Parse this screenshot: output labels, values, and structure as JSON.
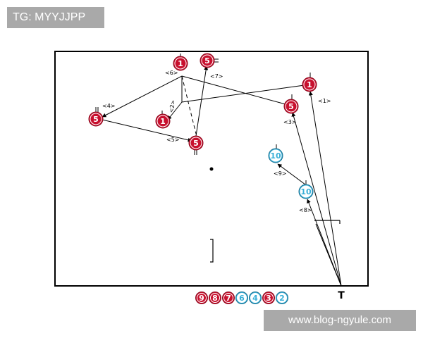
{
  "watermark": {
    "tag": "TG: MYYJJPP",
    "site": "www.blog-ngyule.com"
  },
  "diagram": {
    "tee_label": "T",
    "colors": {
      "red": "#c8102e",
      "blue": "#3ab0d8",
      "outline": "#ffffff",
      "line": "#000000"
    },
    "players": [
      {
        "id": "p1a",
        "number": "1",
        "team": "red"
      },
      {
        "id": "p5a",
        "number": "5",
        "team": "red"
      },
      {
        "id": "p1b",
        "number": "1",
        "team": "red"
      },
      {
        "id": "p5b",
        "number": "5",
        "team": "red"
      },
      {
        "id": "p1c",
        "number": "1",
        "team": "red"
      },
      {
        "id": "p5c",
        "number": "5",
        "team": "red"
      },
      {
        "id": "p5d",
        "number": "5",
        "team": "red"
      },
      {
        "id": "p10a",
        "number": "10",
        "team": "blue"
      },
      {
        "id": "p10b",
        "number": "10",
        "team": "blue"
      }
    ],
    "labels": [
      "<1>",
      "<2>",
      "<3>",
      "<4>",
      "<5>",
      "<6>",
      "<7>",
      "<8>",
      "<9>"
    ],
    "legend": [
      {
        "number": "9",
        "team": "red"
      },
      {
        "number": "8",
        "team": "red"
      },
      {
        "number": "7",
        "team": "red"
      },
      {
        "number": "6",
        "team": "blue"
      },
      {
        "number": "4",
        "team": "blue"
      },
      {
        "number": "3",
        "team": "red"
      },
      {
        "number": "2",
        "team": "blue"
      }
    ]
  }
}
